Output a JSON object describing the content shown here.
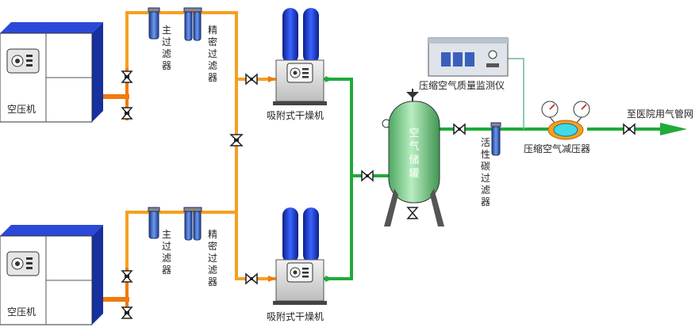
{
  "labels": {
    "compressor": "空压机",
    "main_filter": "主过滤器",
    "precision_filter": "精密过滤器",
    "dryer": "吸附式干燥机",
    "tank": "空气储罐",
    "carbon_filter": "活性碳过滤器",
    "monitor": "压缩空气质量监测仪",
    "regulator": "压缩空气减压器",
    "outlet": "至医院用气管网"
  },
  "colors": {
    "orange_pipe": "#f5a020",
    "orange_dark": "#f07a10",
    "green_pipe": "#1faa3a",
    "compressor_blue": "#1e3fd1",
    "filter_blue": "#2e5fbf",
    "tank_green": "#7cc98a"
  }
}
